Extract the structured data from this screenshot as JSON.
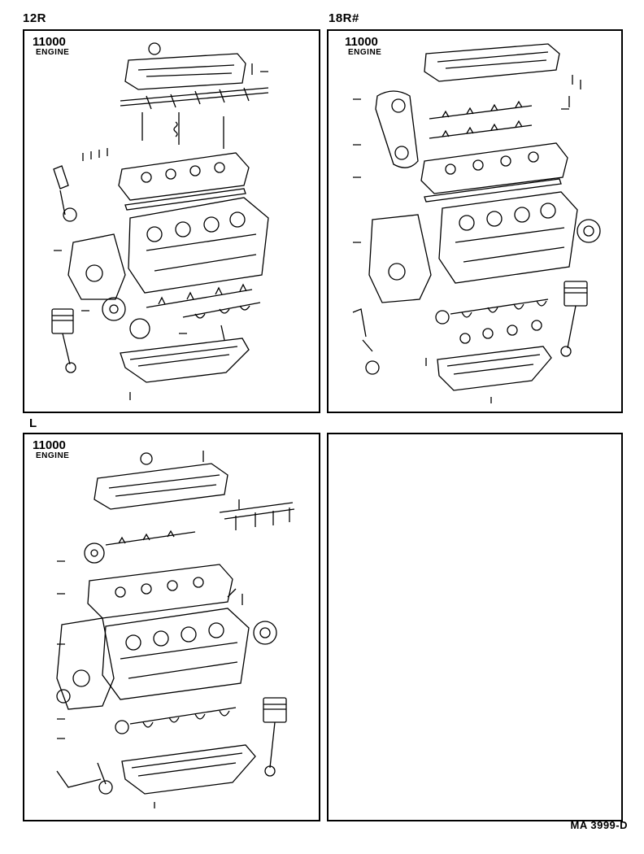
{
  "sections": [
    {
      "label": "12R",
      "title": "11000",
      "subtitle": "ENGINE"
    },
    {
      "label": "18R#",
      "title": "11000",
      "subtitle": "ENGINE"
    },
    {
      "label": "L",
      "title": "11000",
      "subtitle": "ENGINE"
    }
  ],
  "footer": {
    "code": "MA 3999-D"
  },
  "icons": [
    "engine-exploded-diagram-icon"
  ],
  "colors": {
    "ink": "#000000",
    "paper": "#ffffff"
  }
}
